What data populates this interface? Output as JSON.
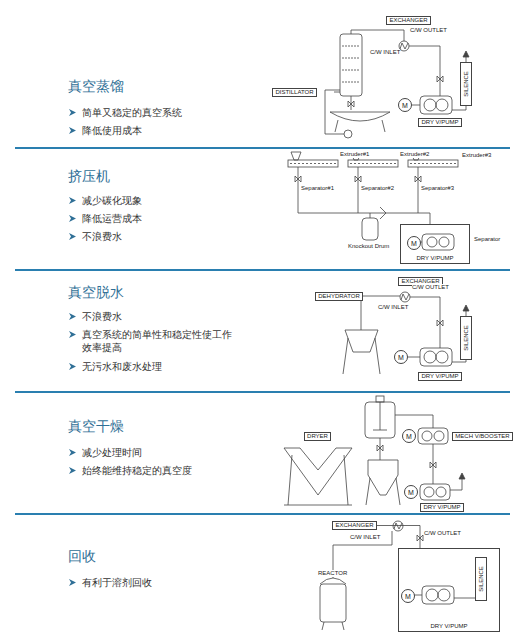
{
  "diagram": {
    "nodes": [
      {
        "text": [
          "EXCHANGER"
        ]
      },
      {
        "text": [
          "DISTILLATOR"
        ]
      },
      {
        "text": [
          "M"
        ]
      },
      {
        "text": [
          "DRY V/PUMP"
        ]
      },
      {
        "text": [
          "SILENCE"
        ]
      },
      {
        "text": [
          "DRY V/PUMP"
        ]
      },
      {
        "text": [
          "M"
        ],
        "in": 5
      },
      {
        "text": [
          "DEHYDRATOR"
        ]
      },
      {
        "text": [
          "EXCHANGER"
        ]
      },
      {
        "text": [
          "M"
        ]
      },
      {
        "text": [
          "DRY V/PUMP"
        ]
      },
      {
        "text": [
          "SILENCE"
        ]
      },
      {
        "text": [
          "DRYER"
        ]
      },
      {
        "text": [
          "MECH V/BOOSTER"
        ]
      },
      {
        "text": [
          "M"
        ]
      },
      {
        "text": [
          "DRY V/PUMP"
        ]
      },
      {
        "text": [
          "M"
        ]
      },
      {
        "text": [
          "EXCHANGER"
        ]
      },
      {
        "text": [
          "DRY V/PUMP"
        ]
      },
      {
        "text": [
          "SILENCE"
        ],
        "in": 18
      },
      {
        "text": [
          "M"
        ],
        "in": 18
      }
    ],
    "edges": [
      {
        "from": 17,
        "to": 18,
        "arrow": "none"
      }
    ],
    "labels": [
      "真空蒸馏",
      "简单又稳定的真空系统",
      "降低使用成本",
      "C/W OUTLET",
      "C/W INLET",
      "挤压机",
      "减少碳化现象",
      "降低运营成本",
      "不浪费水",
      "Extruder#1",
      "Extruder#2",
      "Extruder#3",
      "Separator#1",
      "Separator#2",
      "Separator#3",
      "Knockout Drum",
      "Separator",
      "真空脱水",
      "不浪费水",
      "真空系统的简单性和稳定性使工作效率提高",
      "无污水和废水处理",
      "C/W OUTLET",
      "C/W INLET",
      "真空干燥",
      "减少处理时间",
      "始终能维持稳定的真空度",
      "回收",
      "有利于溶剂回收",
      "C/W OUTLET",
      "C/W INLET",
      "REACTOR"
    ]
  }
}
